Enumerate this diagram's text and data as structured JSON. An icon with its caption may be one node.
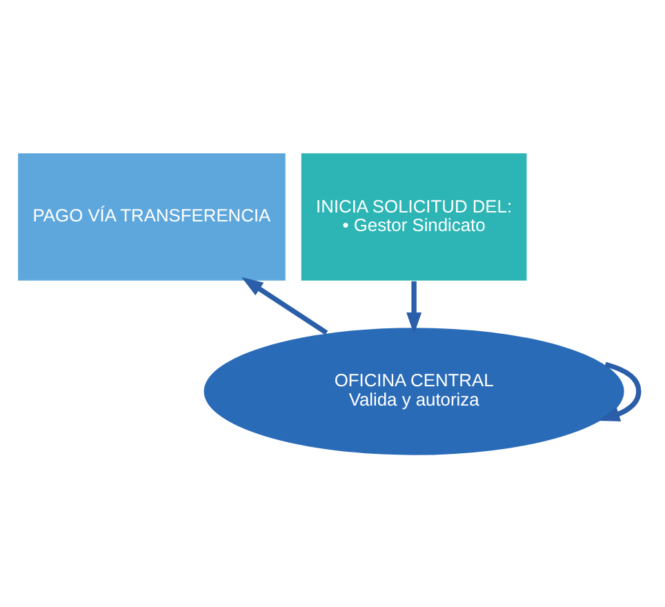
{
  "diagram": {
    "nodes": [
      {
        "text": [
          "PAGO VÍA TRANSFERENCIA"
        ]
      },
      {
        "text": [
          "INICIA SOLICITUD DEL:",
          "• Gestor Sindicato"
        ]
      },
      {
        "text": [
          "OFICINA CENTRAL",
          "Valida y autoriza"
        ]
      }
    ],
    "edges": [
      {
        "from": 1,
        "to": 2,
        "arrow": "to"
      },
      {
        "from": 2,
        "to": 2,
        "arrow": "to"
      },
      {
        "from": 2,
        "to": 0,
        "arrow": "to"
      }
    ]
  }
}
